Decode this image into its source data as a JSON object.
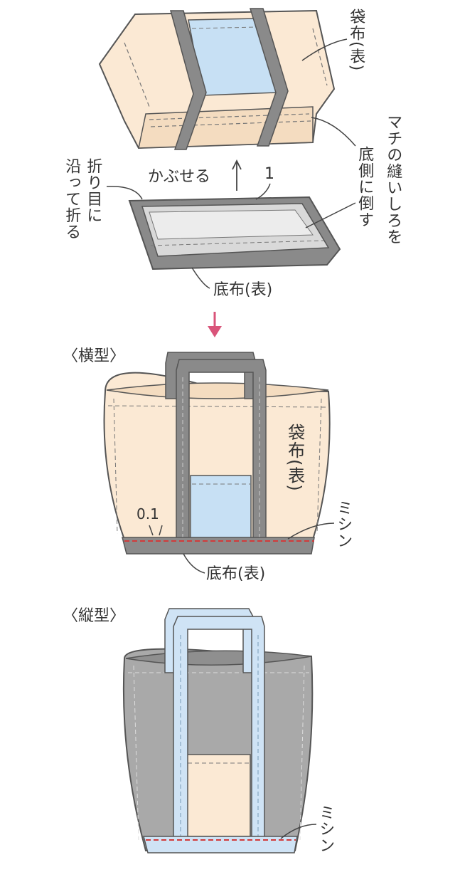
{
  "colors": {
    "fabric_outer": "#fbe9d4",
    "fabric_inner": "#f4dcc0",
    "strap": "#8a8a8a",
    "strap_light": "#cfe3f5",
    "bottom_gray": "#a9a9a9",
    "pocket_blue": "#c7e0f4",
    "outline": "#555555",
    "stitch_red": "#d23a3a",
    "arrow_pink": "#d9547a"
  },
  "labels": {
    "top_outer_fabric": "袋布(表)",
    "seam_note": "マチの縫いしろを",
    "seam_note2": "底側に倒す",
    "fold_note": "折り目に",
    "fold_note2": "沿って折る",
    "cover": "かぶせる",
    "one": "1",
    "bottom_fabric_top": "底布(表)",
    "horizontal_type": "〈横型〉",
    "mid_outer_fabric": "袋布(表)",
    "measure": "0.1",
    "machine_1": "ミシン",
    "bottom_fabric_mid": "底布(表)",
    "vertical_type": "〈縦型〉",
    "machine_2": "ミシン"
  }
}
